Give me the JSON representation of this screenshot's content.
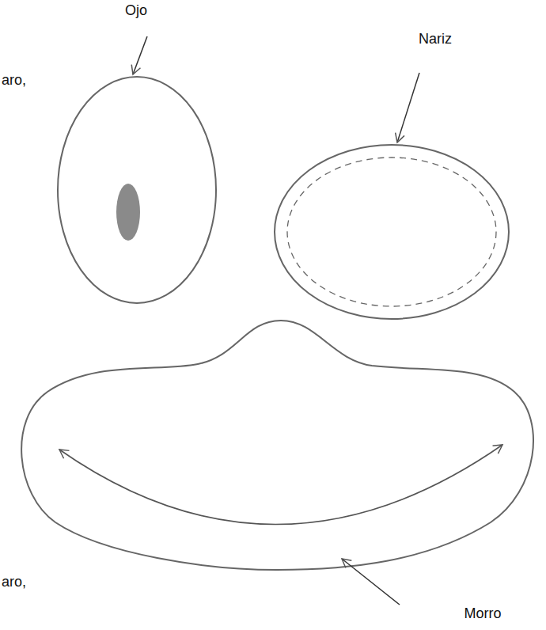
{
  "diagram": {
    "labels": [
      "Ojo",
      "Nariz",
      "aro,",
      "aro,",
      "Morro"
    ]
  }
}
